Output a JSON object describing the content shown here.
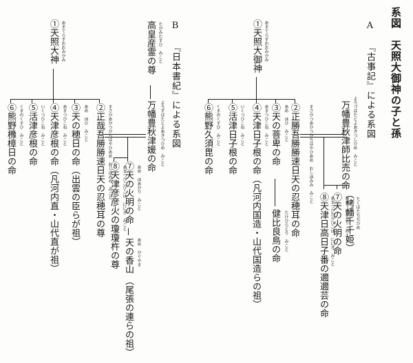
{
  "title": "系図　天照大御神の子と孫",
  "section_a": {
    "heading": "A 『古事記』による系図",
    "root": {
      "label": "①天照大御神",
      "reading": "あまてらすおおみかみ"
    },
    "spouse": {
      "label": "万幡豊秋津師比売の命",
      "reading": "よろづはたとよあきつしひめ　みこと"
    },
    "children": [
      {
        "label": "②正勝吾勝勝速日天の忍穂耳の命",
        "reading": "まさかつあかつかちはやひあめ　おしほみみ　みこと"
      },
      {
        "label": "③天の菩卑の命",
        "reading": "あめ　ほひ　みこと"
      },
      {
        "label": "④天津日子根の命（凡河内国造・山代国造らの祖）",
        "reading": "あまつひこね　みこと"
      },
      {
        "label": "⑤活津日子根の命",
        "reading": "いくつひこね　みこと"
      },
      {
        "label": "⑥熊野久須毘の命",
        "reading": "くまのくすび　みこと"
      }
    ],
    "hohi_child": {
      "label": "健比良鳥の命",
      "reading": "たけひらとり　みこと"
    },
    "grandchildren": [
      {
        "label": "⑦天の火明の命",
        "reading": "あめ　ほあかり　みこと"
      },
      {
        "label": "⑧天津日高日子番の邇邇芸の命",
        "reading": "あまつひだかひこほ　ににぎ　みこと"
      }
    ],
    "note": "（栲幡千千姫）",
    "note_reading": "たくはたちぢひめ"
  },
  "section_b": {
    "heading": "B 『日本書紀』による系図",
    "root": {
      "label": "①天照大神",
      "reading": "あまてらすおおみかみ"
    },
    "spouse_father": {
      "label": "高皇産霊の尊",
      "reading": "たかみむすひ　みこと"
    },
    "spouse": {
      "label": "万幡豊秋津媛の命",
      "reading": "よろずはたとよあきつひめ　みこと"
    },
    "children": [
      {
        "label": "②正哉吾勝勝速日天の忍穂耳の尊",
        "reading": "まさかあかつかちはやひあめ　おしほみみ　みこと"
      },
      {
        "label": "③天の穂日の命（出雲の臣らが祖）",
        "reading": "あめ　ほひ　みこと"
      },
      {
        "label": "④天津彦根の命（凡河内直・山代直が祖）",
        "reading": "あまつひこね　みこと"
      },
      {
        "label": "⑤活津彦根の命",
        "reading": "いくつひこね　みこと"
      },
      {
        "label": "⑥熊野櫲樟日の命",
        "reading": "くまのくすひ　みこと"
      }
    ],
    "grandchildren": [
      {
        "label": "⑦天の火明の命",
        "reading": "あめ　ほあかり　みこと"
      },
      {
        "label": "⑧天津彦彦火の瓊瓊杵の尊",
        "reading": "あまつひこひこほ　ににぎ　みこと"
      }
    ],
    "kaguyama": {
      "label": "天の香山",
      "reading": "あめ　かぐやま"
    },
    "kaguyama_note": "（尾張の連らの祖）"
  }
}
